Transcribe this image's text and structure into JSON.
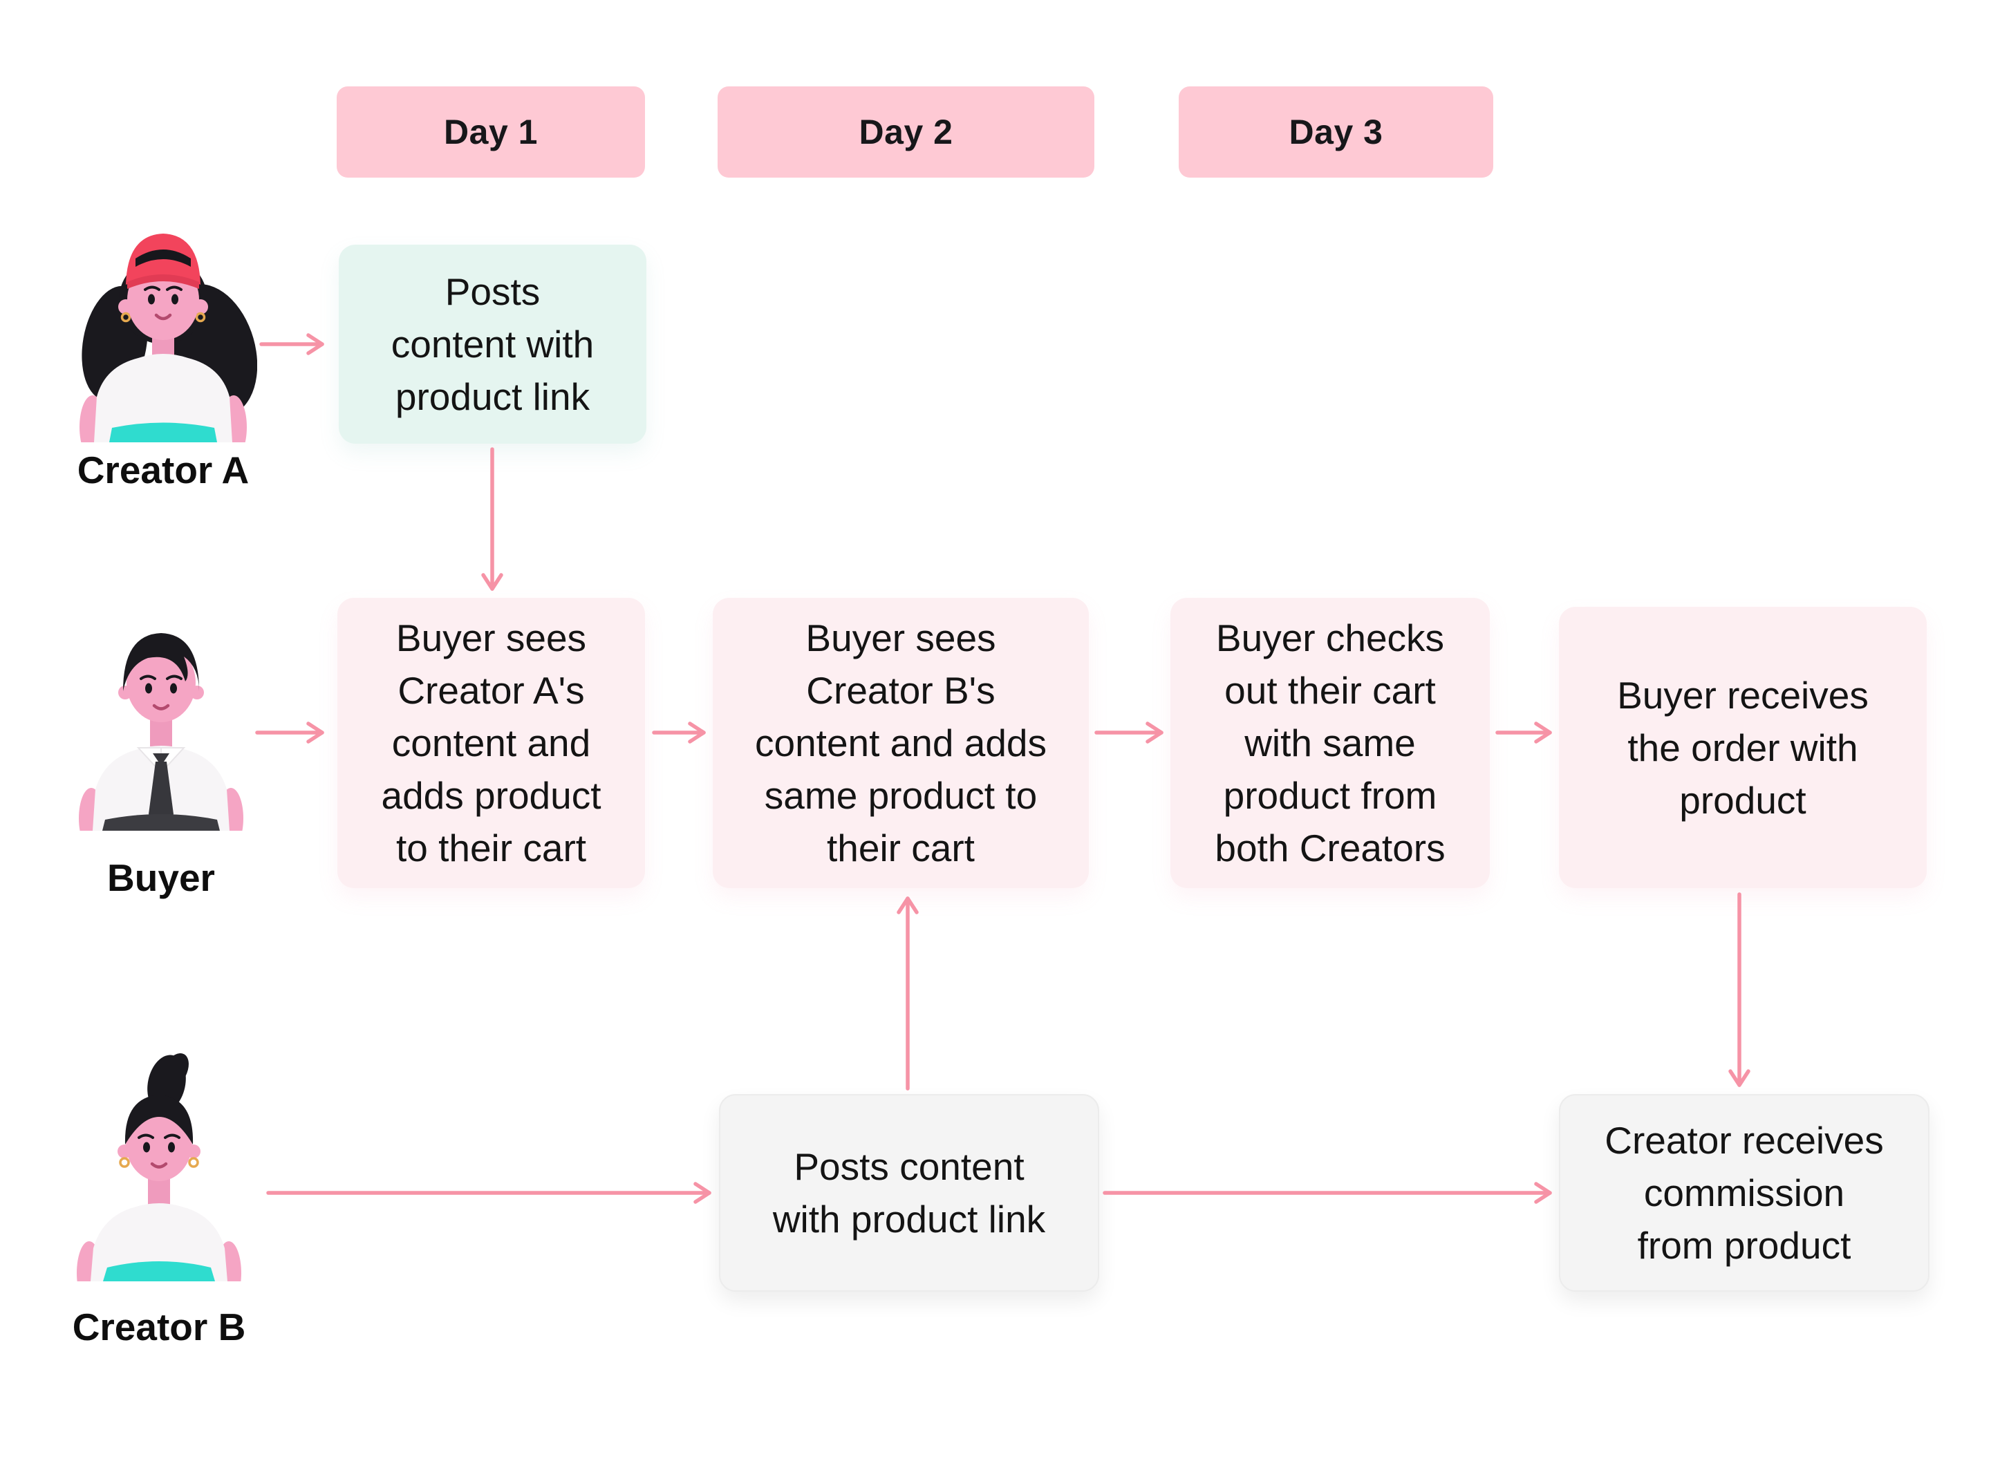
{
  "page": {
    "title": "Creator affiliate commission flow",
    "background": "#ffffff"
  },
  "palette": {
    "day_pill_bg": "#fec9d4",
    "pink_step_bg": "#fdeff2",
    "mint_step_bg": "#e5f5f0",
    "neutral_step_bg": "#f4f4f4",
    "arrow": "#f693a6",
    "text": "#141414",
    "avatar_skin": "#f5a5c4",
    "avatar_hair": "#1a191e",
    "avatar_cap_red": "#f2445c",
    "avatar_teal_clothes": "#2fdccf",
    "avatar_shirt": "#f7f5f7",
    "avatar_tie": "#37373c",
    "avatar_earring_gold": "#e6a94f"
  },
  "day_headers": [
    {
      "label": "Day 1"
    },
    {
      "label": "Day 2"
    },
    {
      "label": "Day 3"
    }
  ],
  "actors": [
    {
      "id": "creator-a",
      "label": "Creator A"
    },
    {
      "id": "buyer",
      "label": "Buyer"
    },
    {
      "id": "creator-b",
      "label": "Creator B"
    }
  ],
  "steps": {
    "creator_a_posts": "Posts\ncontent with\nproduct link",
    "buyer_sees_creator_a": "Buyer sees\nCreator A's\ncontent and\nadds product\nto their cart",
    "buyer_sees_creator_b": "Buyer sees\nCreator B's\ncontent and adds\nsame product to\ntheir cart",
    "buyer_checks_out": "Buyer checks\nout their cart\nwith same\nproduct  from\nboth Creators",
    "buyer_receives_order": "Buyer receives\nthe order with\nproduct",
    "creator_b_posts": "Posts content\nwith product link",
    "creator_receives_commission": "Creator receives\ncommission\nfrom product"
  }
}
